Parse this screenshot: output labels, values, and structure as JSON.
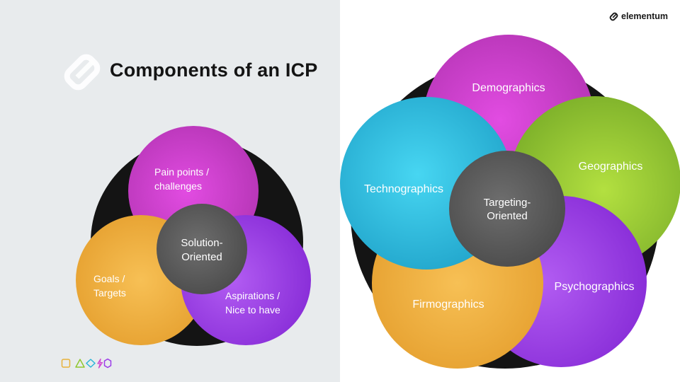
{
  "slide": {
    "title": "Components of an ICP",
    "brand": "elementum"
  },
  "left_diagram": {
    "center": [
      "Solution-",
      "Oriented"
    ],
    "circles": [
      {
        "lines": [
          "Pain points /",
          "challenges"
        ],
        "color": "#c93fc9"
      },
      {
        "lines": [
          "Goals /",
          "Targets"
        ],
        "color": "#f0aa3c"
      },
      {
        "lines": [
          "Aspirations /",
          "Nice to have"
        ],
        "color": "#9b3ce8"
      }
    ]
  },
  "right_diagram": {
    "center": [
      "Targeting-",
      "Oriented"
    ],
    "circles": [
      {
        "lines": [
          "Demographics"
        ],
        "color": "#d043d0"
      },
      {
        "lines": [
          "Geographics"
        ],
        "color": "#8fc72e"
      },
      {
        "lines": [
          "Psychographics"
        ],
        "color": "#9b3ce8"
      },
      {
        "lines": [
          "Firmographics"
        ],
        "color": "#f0aa3c"
      },
      {
        "lines": [
          "Technographics"
        ],
        "color": "#2bb5d8"
      }
    ]
  },
  "colors": {
    "center": "#5a5a5a",
    "backdrop": "#141414",
    "left_bg": "#e8ebed",
    "title": "#141414"
  },
  "icons": {
    "logo": "elementum-logo-icon",
    "footer": [
      "square-outline-icon",
      "triangle-outline-icon",
      "diamond-outline-icon",
      "lightning-icon",
      "hexagon-outline-icon"
    ]
  }
}
